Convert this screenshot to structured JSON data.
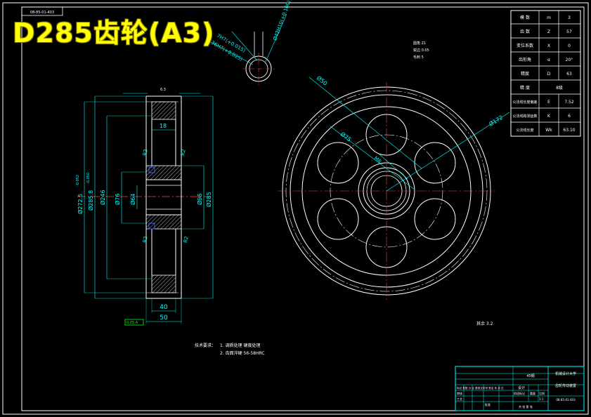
{
  "title": "D285齿轮(A3)",
  "drawing_code": "08-85-01-403",
  "section_dims": {
    "tip_diameter": "Ø285.8",
    "tip_tol": "-0.050",
    "root_diameter": "Ø272.5",
    "root_tol": "-0.052",
    "web_outer": "Ø246",
    "hub_outer": "Ø76",
    "bore": "Ø64",
    "hub_right": "Ø96",
    "outer_right": "Ø285",
    "rim_width": "18",
    "hub_width": "40",
    "face_width": "50",
    "fillet": "R2",
    "surface_finish": "6.3",
    "gdt_frame": "0.05 A"
  },
  "spline_detail": {
    "fit1": "7H7(+0.015)",
    "fit2": "36H7(+0.025)",
    "fit3": "Ø42H10(+0.100)",
    "note1": "圆角 Z1",
    "note2": "锐边 0.05",
    "note3": "毛刺 5"
  },
  "front_view": {
    "d_outer": "Ø172",
    "d_holes": "Ø50",
    "d_pitch": "Ø75",
    "key": "M8"
  },
  "param_table": [
    {
      "name": "模 数",
      "sym": "m",
      "val": "3"
    },
    {
      "name": "齿 数",
      "sym": "Z",
      "val": "57"
    },
    {
      "name": "变位系数",
      "sym": "X",
      "val": "0"
    },
    {
      "name": "齿形角",
      "sym": "α",
      "val": "20°"
    },
    {
      "name": "精度",
      "sym": "D",
      "val": "63"
    },
    {
      "name": "精 度",
      "sym": "",
      "val": "8级"
    },
    {
      "name": "公法线长度偏差",
      "sym": "E",
      "val": "7.52"
    },
    {
      "name": "公法线跨测齿数",
      "sym": "K",
      "val": "6"
    },
    {
      "name": "公法线长度",
      "sym": "Wk",
      "val": "63.10"
    }
  ],
  "tech_req": {
    "label": "技术要求：",
    "line1": "1. 调质处理 硬度处理",
    "line2": "2. 齿面淬硬 56-58HRC"
  },
  "material_note": "其余  3.2",
  "title_block": {
    "material": "45钢",
    "school": "机械设计大学",
    "part_name": "齿轮传动装置",
    "code": "08-85-01-403",
    "r1": "标记 处数 分 区 更改文件号 签名 年 月 日",
    "r2": "设计",
    "r3": "审核",
    "r4": "工艺",
    "r5": "批准",
    "stage": "阶段标记",
    "weight": "重量",
    "scale": "比例",
    "scale_val": "1:1",
    "sheets": "共 张 第 张"
  }
}
